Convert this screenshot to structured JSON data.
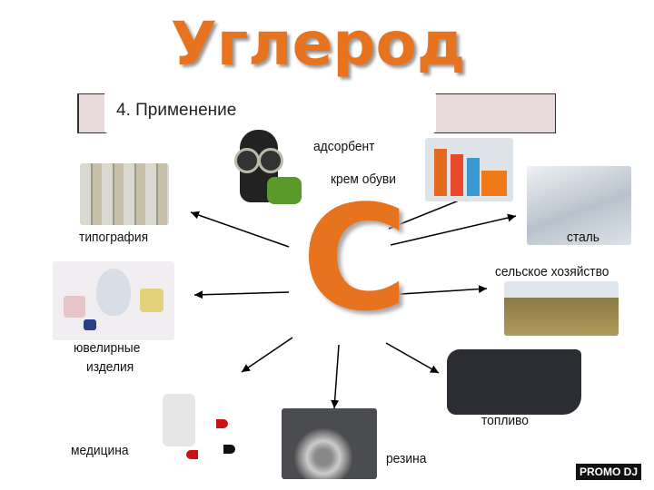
{
  "title": "Углерод",
  "section": "4. Применение",
  "center_symbol": "C",
  "applications": {
    "adsorbent": "адсорбент",
    "shoe_cream": "крем обуви",
    "typography": "типография",
    "steel": "сталь",
    "agriculture": "сельское хозяйство",
    "jewelry_1": "ювелирные",
    "jewelry_2": "изделия",
    "fuel": "топливо",
    "medicine": "медицина",
    "rubber": "резина"
  },
  "watermark": "PROMO DJ",
  "colors": {
    "accent": "#e8731f",
    "bar": "#e8dada"
  }
}
